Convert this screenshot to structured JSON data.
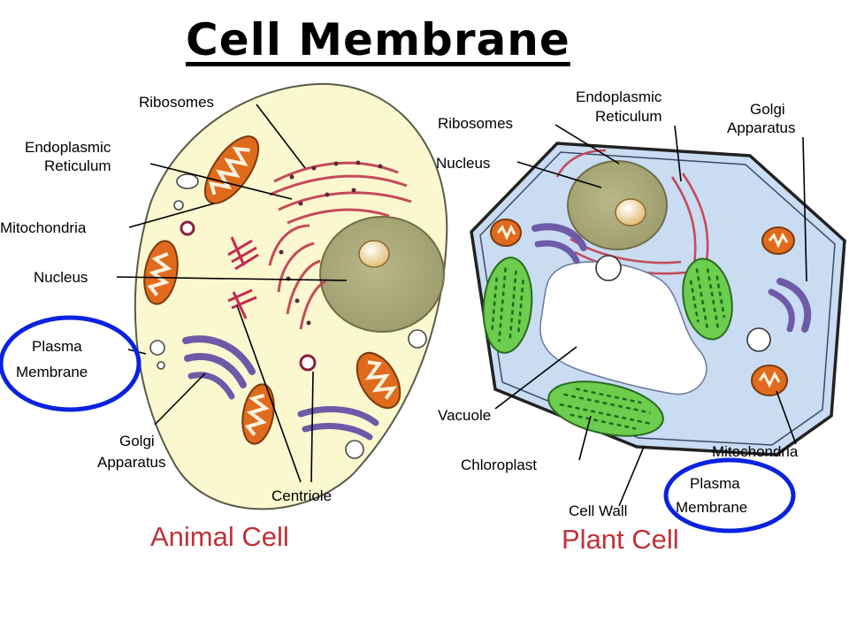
{
  "title": "Cell Membrane",
  "animal": {
    "caption": "Animal Cell",
    "labels": {
      "ribosomes": "Ribosomes",
      "er_line1": "Endoplasmic",
      "er_line2": "Reticulum",
      "mitochondria": "Mitochondria",
      "nucleus": "Nucleus",
      "membrane_line1": "Plasma",
      "membrane_line2": "Membrane",
      "golgi_line1": "Golgi",
      "golgi_line2": "Apparatus",
      "centriole": "Centriole"
    }
  },
  "plant": {
    "caption": "Plant Cell",
    "labels": {
      "er_line1": "Endoplasmic",
      "er_line2": "Reticulum",
      "ribosomes": "Ribosomes",
      "nucleus": "Nucleus",
      "golgi_line1": "Golgi",
      "golgi_line2": "Apparatus",
      "vacuole": "Vacuole",
      "chloroplast": "Chloroplast",
      "cell_wall": "Cell Wall",
      "mitochondria": "Mitochondria",
      "membrane_line1": "Plasma",
      "membrane_line2": "Membrane"
    }
  },
  "colors": {
    "animal_cytoplasm": "#fbf7cf",
    "plant_cytoplasm": "#c9dcf2",
    "nucleus": "#a8a77a",
    "mitochondria": "#e06b1c",
    "golgi": "#6e5aa8",
    "chloroplast": "#6ccd4e",
    "highlight_circle": "#0a22e0",
    "caption": "#c0313a"
  }
}
